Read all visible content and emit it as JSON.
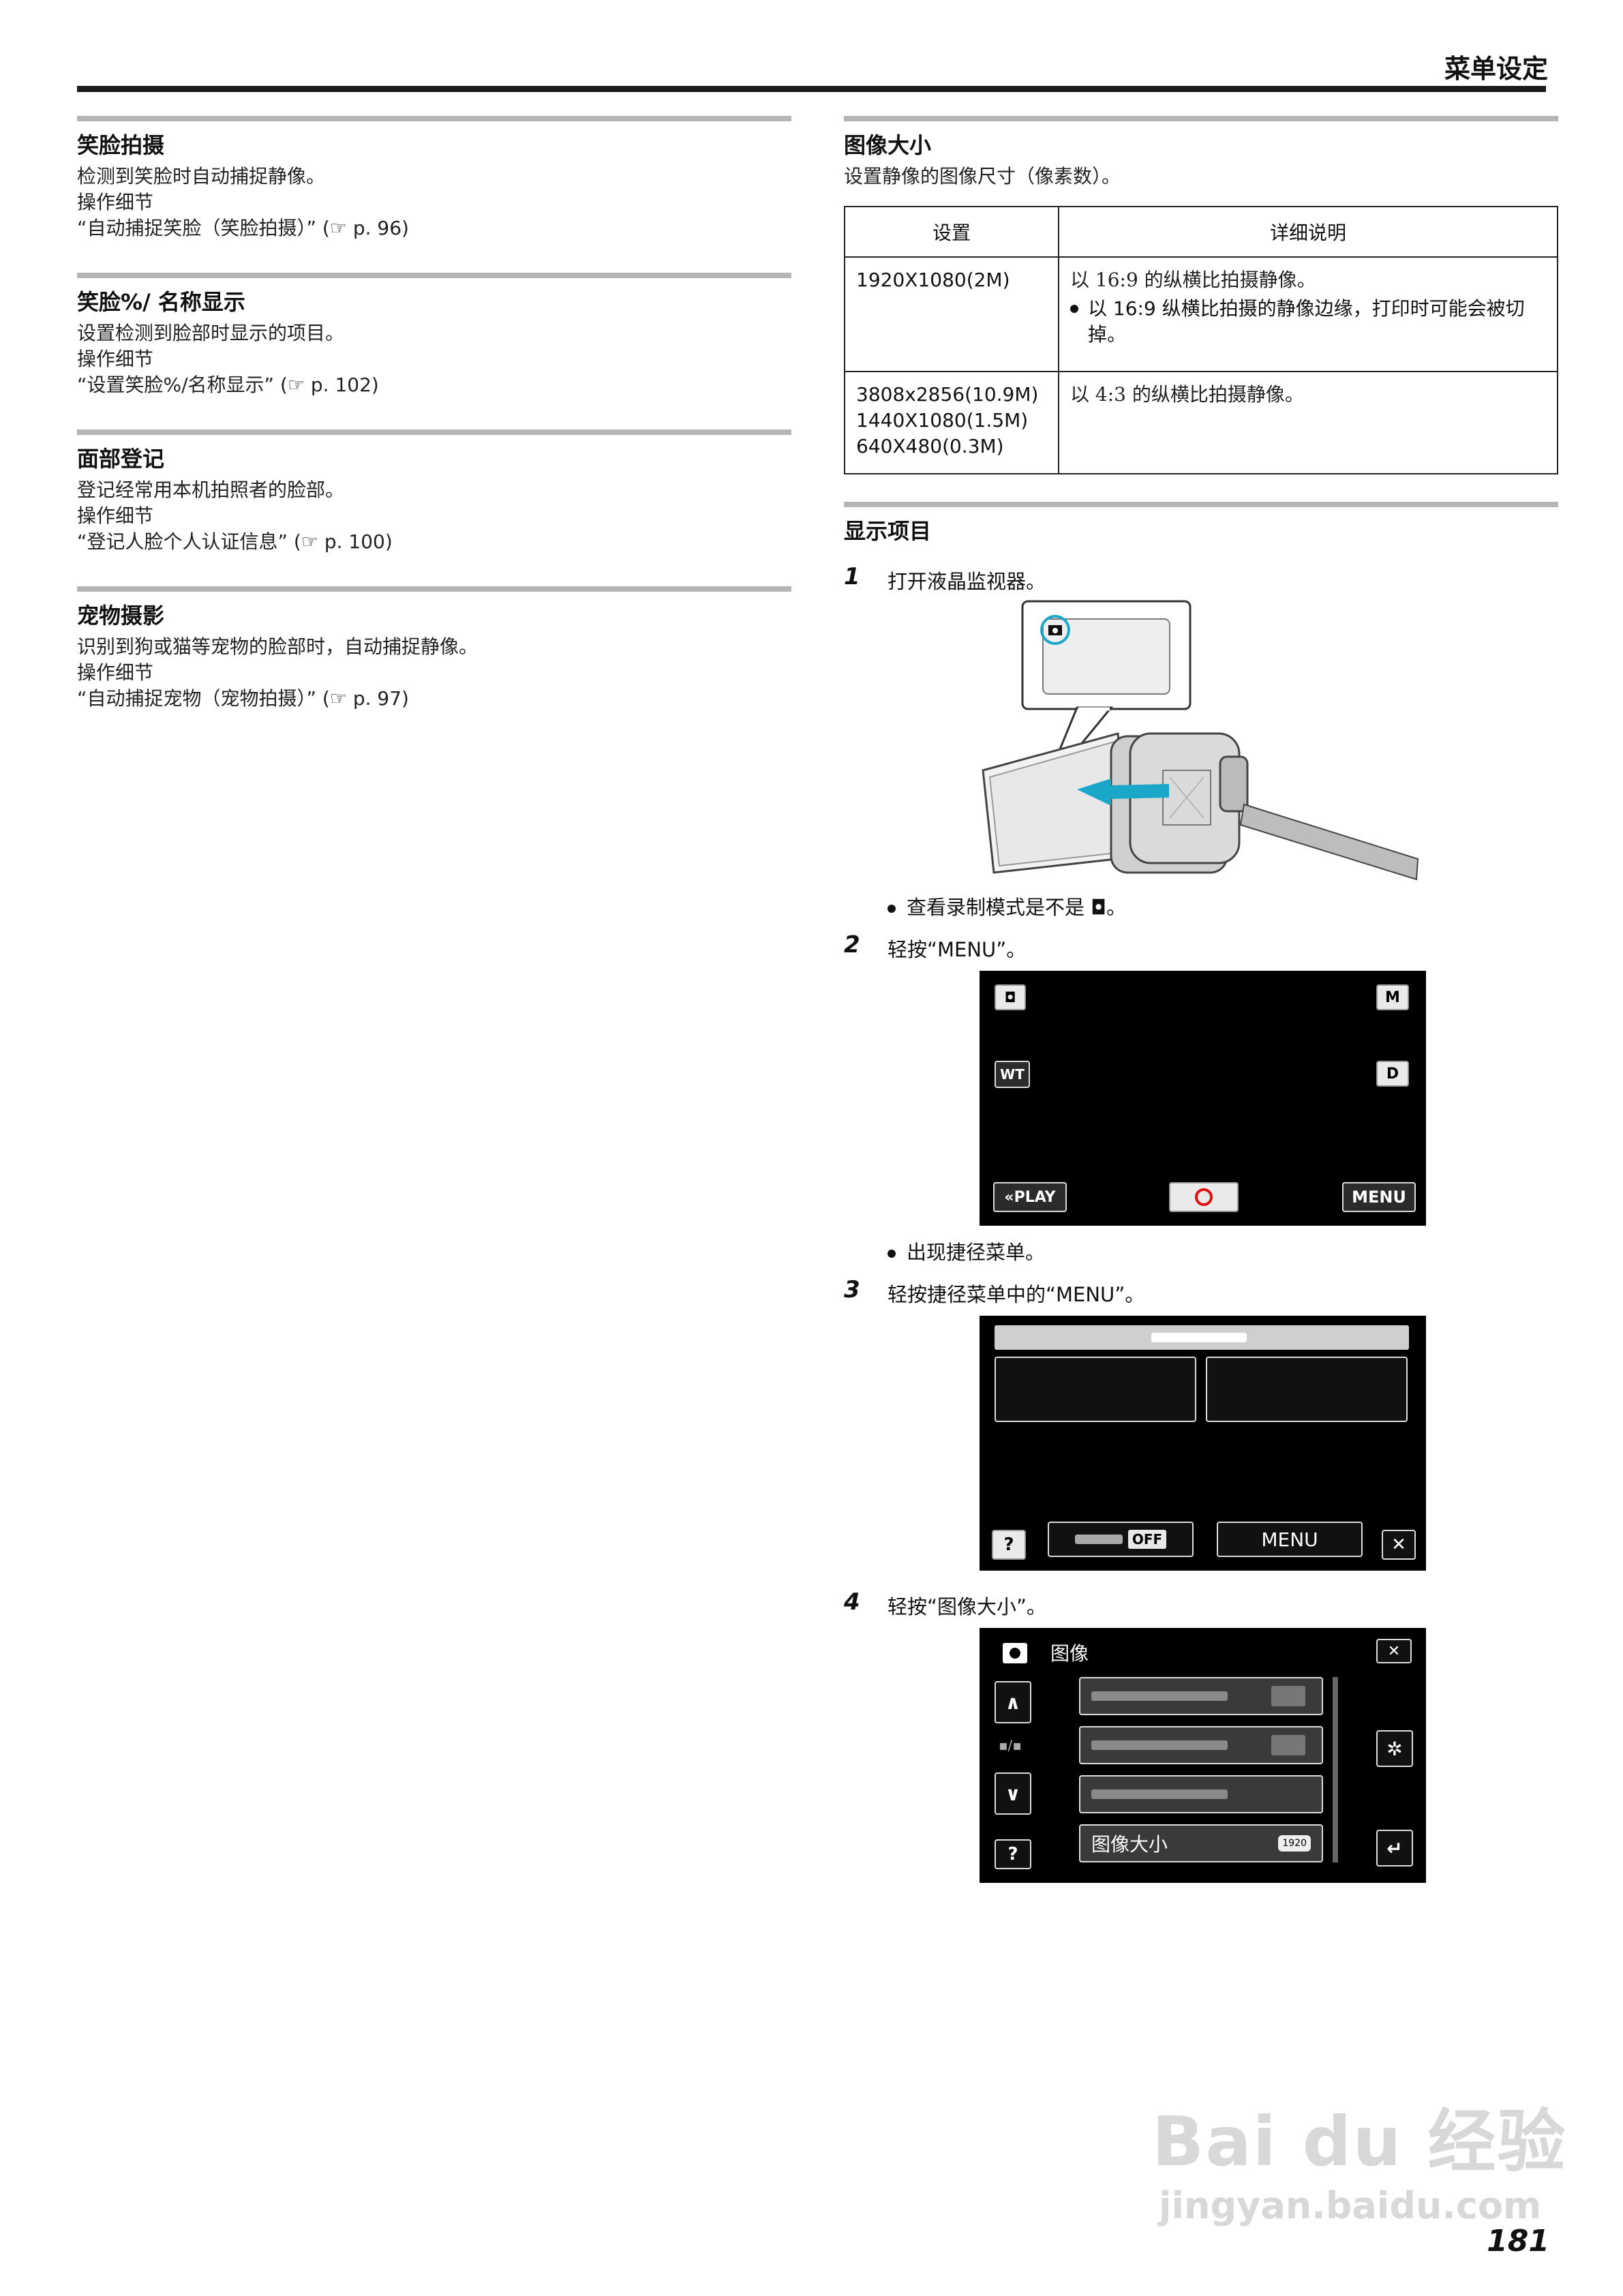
{
  "header": {
    "title": "菜单设定"
  },
  "left_sections": [
    {
      "title": "笑脸拍摄",
      "desc": "检测到笑脸时自动捕捉静像。",
      "op_label": "操作细节",
      "ref": "“自动捕捉笑脸（笑脸拍摄）” (☞ p. 96)"
    },
    {
      "title": "笑脸%/ 名称显示",
      "desc": "设置检测到脸部时显示的项目。",
      "op_label": "操作细节",
      "ref": "“设置笑脸%/名称显示” (☞ p. 102)"
    },
    {
      "title": "面部登记",
      "desc": "登记经常用本机拍照者的脸部。",
      "op_label": "操作细节",
      "ref": "“登记人脸个人认证信息” (☞ p. 100)"
    },
    {
      "title": "宠物摄影",
      "desc": "识别到狗或猫等宠物的脸部时，自动捕捉静像。",
      "op_label": "操作细节",
      "ref": "“自动捕捉宠物（宠物拍摄）” (☞ p. 97)"
    }
  ],
  "image_size": {
    "title": "图像大小",
    "desc": "设置静像的图像尺寸（像素数）。",
    "table": {
      "headers": [
        "设置",
        "详细说明"
      ],
      "rows": [
        {
          "setting": [
            "1920X1080(2M)"
          ],
          "detail": "以 16:9 的纵横比拍摄静像。",
          "note": "以 16:9 纵横比拍摄的静像边缘，打印时可能会被切掉。"
        },
        {
          "setting": [
            "3808x2856(10.9M)",
            "1440X1080(1.5M)",
            "640X480(0.3M)"
          ],
          "detail": "以 4:3 的纵横比拍摄静像。",
          "note": ""
        }
      ]
    }
  },
  "display": {
    "title": "显示项目",
    "steps": [
      {
        "num": "1",
        "text": "打开液晶监视器。",
        "bullet": "查看录制模式是不是 ◘。"
      },
      {
        "num": "2",
        "text": "轻按“MENU”。",
        "bullet": "出现捷径菜单。"
      },
      {
        "num": "3",
        "text": "轻按捷径菜单中的“MENU”。",
        "bullet": ""
      },
      {
        "num": "4",
        "text": "轻按“图像大小”。",
        "bullet": ""
      }
    ]
  },
  "screen2": {
    "m_label": "M",
    "wt_label": "WT",
    "d_label": "D",
    "play_label": "«PLAY",
    "menu_label": "MENU"
  },
  "screen3": {
    "help_label": "?",
    "off_label": "OFF",
    "menu_label": "MENU",
    "close_label": "✕"
  },
  "screen4": {
    "title": "图像",
    "help_label": "?",
    "item_label": "图像大小",
    "item_badge": "1920"
  },
  "watermark": {
    "brand": "Bai du 经验",
    "url": "jingyan.baidu.com"
  },
  "page_number": "181"
}
